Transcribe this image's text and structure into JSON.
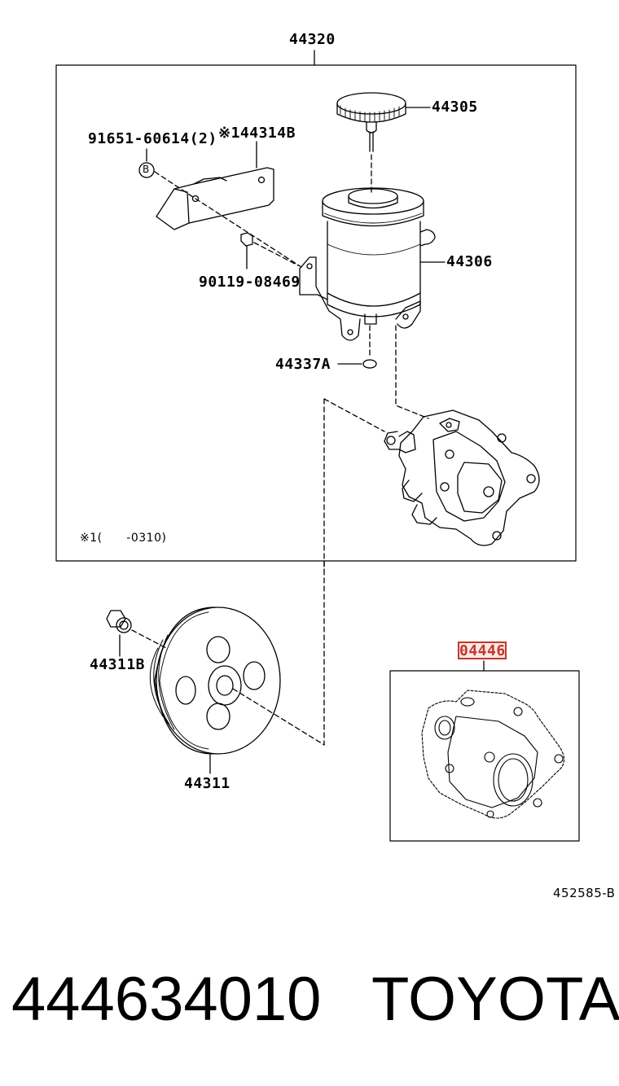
{
  "diagram": {
    "assembly_number": "44320",
    "callouts": {
      "cap": "44305",
      "reservoir": "44306",
      "bracket": "※144314B",
      "bolt_b": "91651-60614(2)",
      "bolt_b_marker": "B",
      "stud": "90119-08469",
      "oring": "44337A",
      "note": "※1(      -0310)",
      "nut": "44311B",
      "pulley": "44311",
      "gasket_kit": "04446"
    },
    "reference_code": "452585-B",
    "highlight_color": "#c0392b"
  },
  "footer": {
    "part_number": "444634010",
    "brand": "TOYOTA"
  }
}
